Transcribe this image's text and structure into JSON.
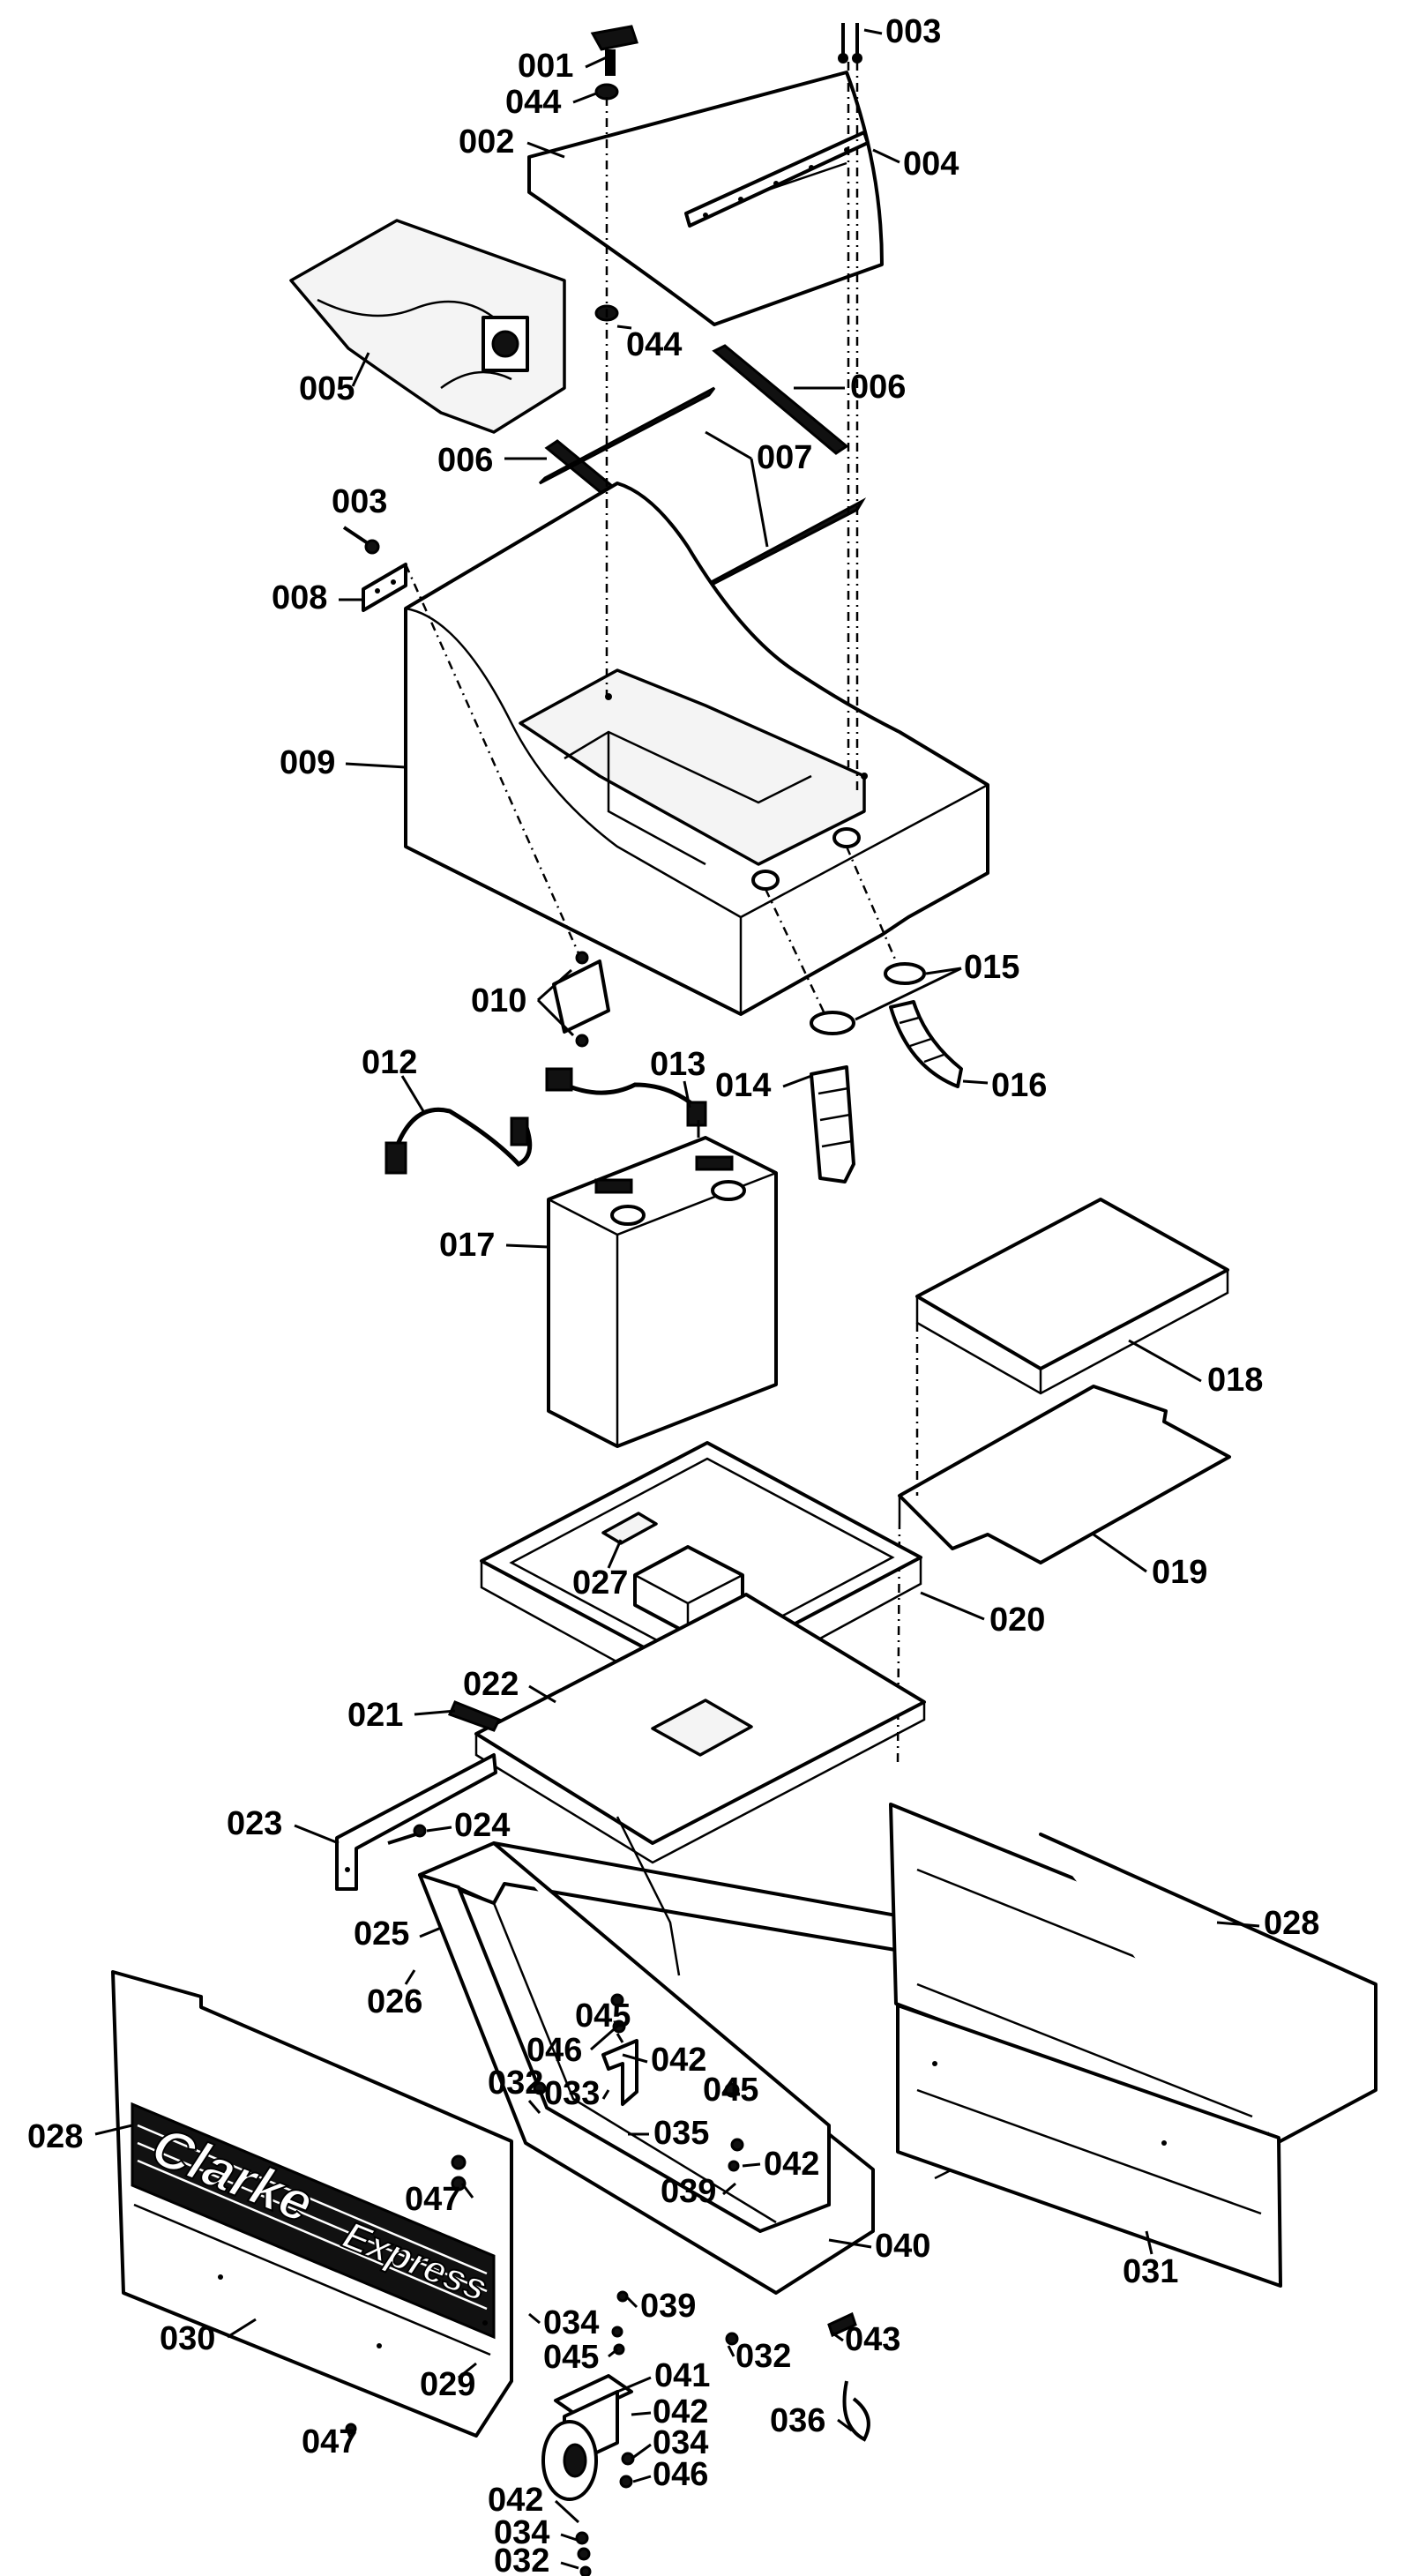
{
  "diagram": {
    "brand_panel_text": "Clarke",
    "brand_panel_subtext": "Express",
    "labels": {
      "l001": "001",
      "l002": "002",
      "l003a": "003",
      "l003b": "003",
      "l004": "004",
      "l005": "005",
      "l006a": "006",
      "l006b": "006",
      "l007": "007",
      "l008": "008",
      "l009": "009",
      "l010": "010",
      "l012": "012",
      "l013": "013",
      "l014": "014",
      "l015": "015",
      "l016": "016",
      "l017": "017",
      "l018": "018",
      "l019": "019",
      "l020": "020",
      "l021": "021",
      "l022": "022",
      "l023": "023",
      "l024": "024",
      "l025": "025",
      "l026": "026",
      "l027": "027",
      "l028a": "028",
      "l028b": "028",
      "l029": "029",
      "l030": "030",
      "l031": "031",
      "l032a": "032",
      "l032b": "032",
      "l032c": "032",
      "l033": "033",
      "l034a": "034",
      "l034b": "034",
      "l034c": "034",
      "l035": "035",
      "l036": "036",
      "l039a": "039",
      "l039b": "039",
      "l040": "040",
      "l041": "041",
      "l042a": "042",
      "l042b": "042",
      "l042c": "042",
      "l042d": "042",
      "l043": "043",
      "l044a": "044",
      "l044b": "044",
      "l045a": "045",
      "l045b": "045",
      "l045c": "045",
      "l046a": "046",
      "l046b": "046",
      "l047a": "047",
      "l047b": "047"
    }
  }
}
